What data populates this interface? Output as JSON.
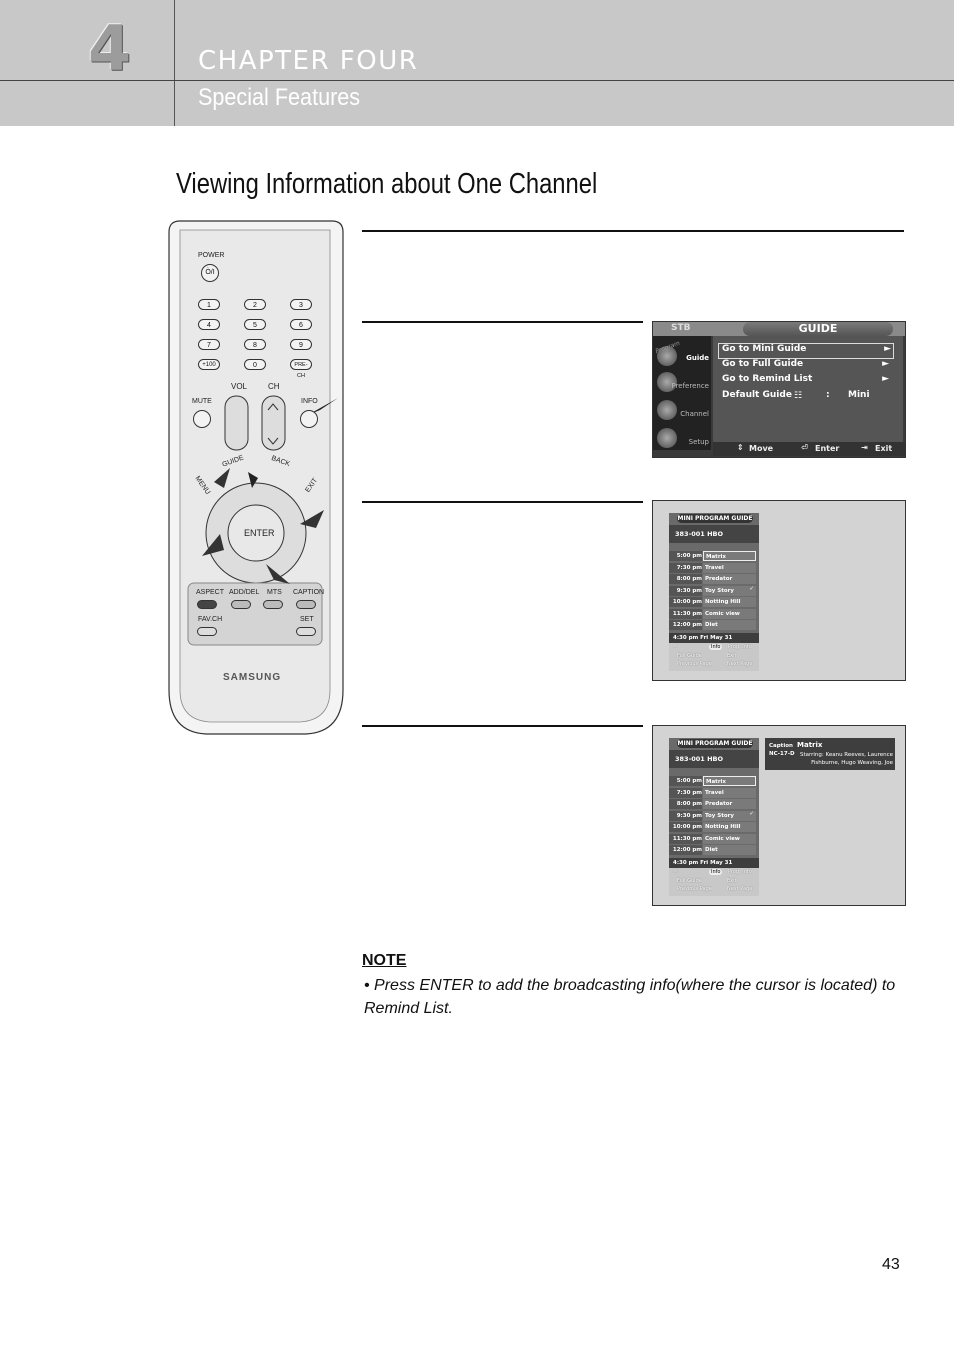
{
  "header": {
    "chapter_number": "4",
    "chapter_label": "CHAPTER FOUR",
    "section": "Special Features"
  },
  "title": "Viewing Information about One Channel",
  "remote": {
    "power": "POWER",
    "power_sym": "Ò/I",
    "numbers": [
      "1",
      "2",
      "3",
      "4",
      "5",
      "6",
      "7",
      "8",
      "9",
      "+100",
      "0",
      "PRE-CH"
    ],
    "vol": "VOL",
    "ch": "CH",
    "mute": "MUTE",
    "info": "INFO",
    "menu": "MENU",
    "guide": "GUIDE",
    "back": "BACK",
    "exit": "EXIT",
    "enter": "ENTER",
    "aspect": "ASPECT",
    "add_del": "ADD/DEL",
    "mts": "MTS",
    "caption": "CAPTION",
    "fav_ch": "FAV.CH",
    "set": "SET",
    "brand": "SAMSUNG"
  },
  "guide_menu": {
    "stb": "STB",
    "title": "GUIDE",
    "side_items": [
      "Guide",
      "Preference",
      "Channel",
      "Setup"
    ],
    "side_badge": "Program",
    "items": [
      {
        "label": "Go to Mini Guide",
        "arrow": "►"
      },
      {
        "label": "Go to Full Guide",
        "arrow": "►"
      },
      {
        "label": "Go to Remind List",
        "arrow": "►"
      },
      {
        "label": "Default Guide",
        "sep": ":",
        "value": "Mini"
      }
    ],
    "bottom": {
      "move": "Move",
      "enter": "Enter",
      "exit": "Exit"
    }
  },
  "mini_guide": {
    "title": "MINI PROGRAM GUIDE",
    "channel": "383-001  HBO",
    "rows": [
      {
        "time": "5:00 pm",
        "program": "Matrix"
      },
      {
        "time": "7:30 pm",
        "program": "Travel"
      },
      {
        "time": "8:00 pm",
        "program": "Predator"
      },
      {
        "time": "9:30 pm",
        "program": "Toy Story"
      },
      {
        "time": "10:00 pm",
        "program": "Notting Hill"
      },
      {
        "time": "11:30 pm",
        "program": "Comic view"
      },
      {
        "time": "12:00 pm",
        "program": "Diet"
      }
    ],
    "date": "4:30 pm  Fri May 31",
    "info_btn": "Info",
    "prog_info": "Prog. Info",
    "full_guide": "Full Guide",
    "exit": "Exit",
    "prev_page": "Previous Page",
    "next_page": "Next Page"
  },
  "caption_box": {
    "caption_label": "Caption",
    "rating": "NC-17-D",
    "program": "Matrix",
    "starring": "Starring: Keanu Reeves, Laurence Fishburne, Hugo Weaving, Joe"
  },
  "note": {
    "heading": "NOTE",
    "body": "• Press ENTER to add the broadcasting info(where the cursor is located) to Remind List."
  },
  "page_number": "43"
}
